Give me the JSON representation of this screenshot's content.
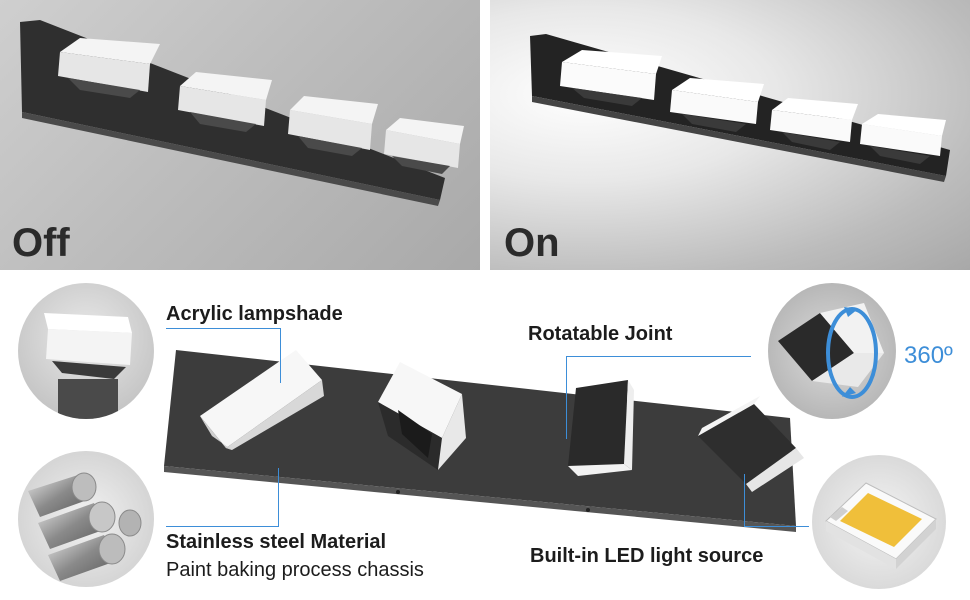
{
  "panels": {
    "off_label": "Off",
    "on_label": "On"
  },
  "callouts": {
    "lampshade": "Acrylic lampshade",
    "joint": "Rotatable Joint",
    "rotation": "360º",
    "material_title": "Stainless steel Material",
    "material_sub": "Paint baking process chassis",
    "led": "Built-in LED light source"
  },
  "colors": {
    "accent": "#3d8ed8",
    "chassis": "#3a3a3a",
    "led_chip": "#f0bf3a"
  }
}
